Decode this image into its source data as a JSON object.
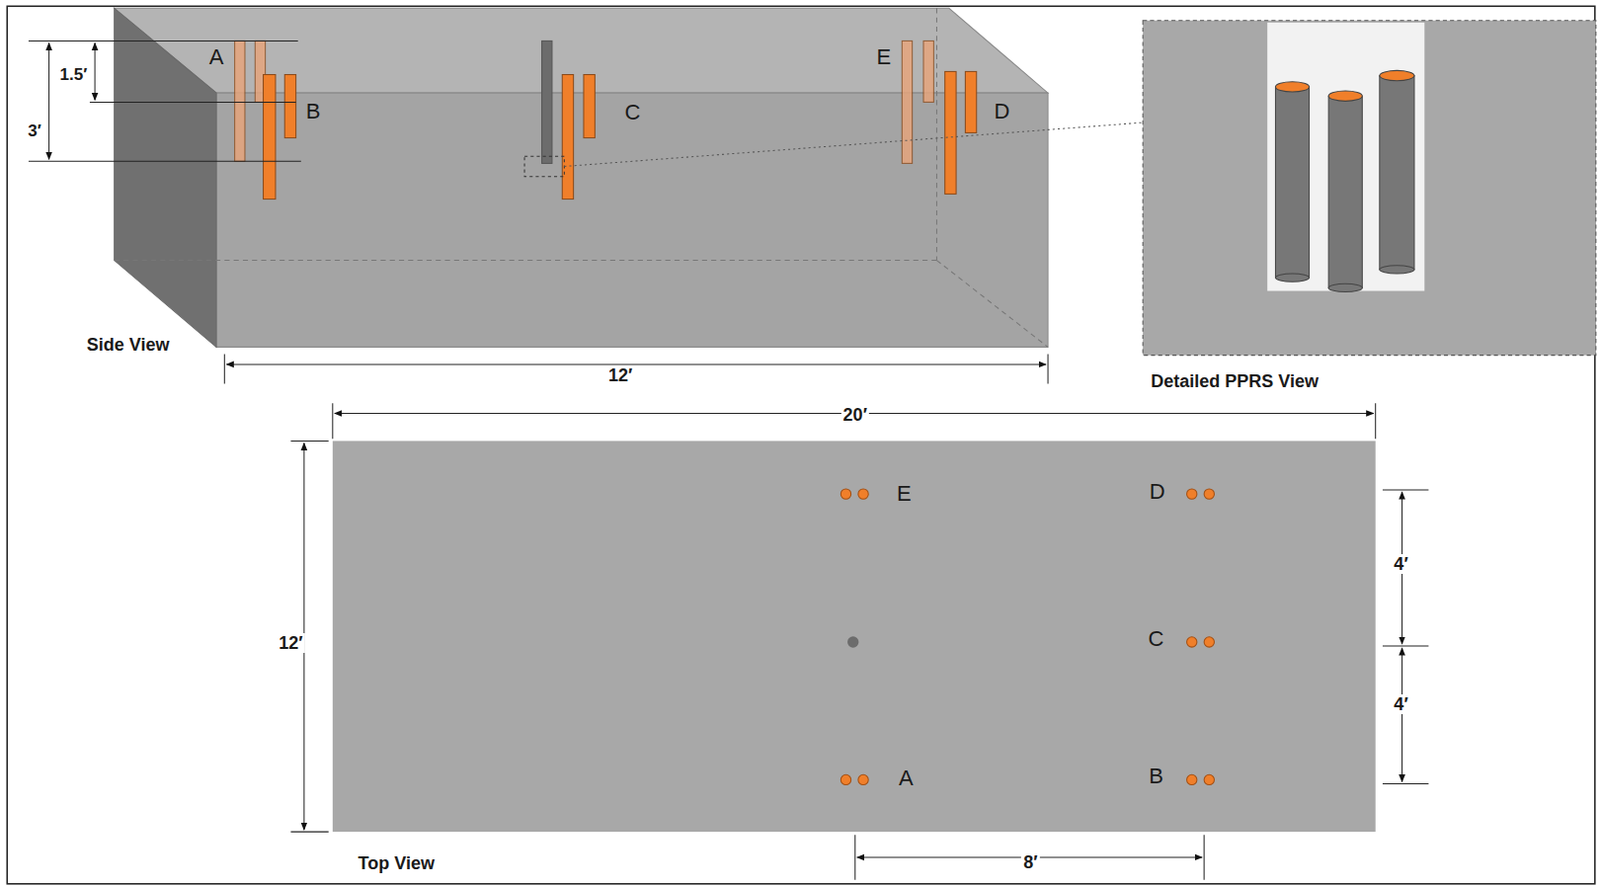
{
  "diagram": {
    "labels": [
      "A",
      "B",
      "C",
      "E",
      "D",
      "1.5′",
      "3′",
      "12′",
      "Side View",
      "Detailed PPRS View",
      "20′",
      "12′",
      "E",
      "D",
      "C",
      "A",
      "B",
      "4′",
      "4′",
      "8′",
      "Top View"
    ]
  }
}
